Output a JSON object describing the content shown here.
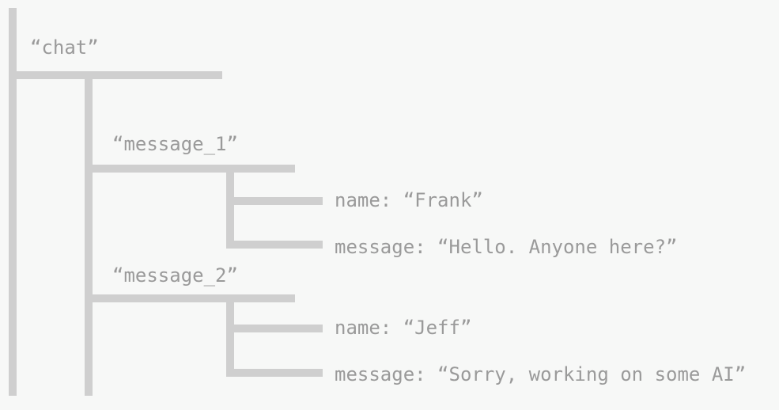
{
  "tree": {
    "root": {
      "label": "“chat”"
    },
    "messages": [
      {
        "label": "“message_1”",
        "fields": [
          {
            "text": "name: “Frank”"
          },
          {
            "text": "message: “Hello. Anyone here?”"
          }
        ]
      },
      {
        "label": "“message_2”",
        "fields": [
          {
            "text": "name: “Jeff”"
          },
          {
            "text": "message: “Sorry, working on some AI”"
          }
        ]
      }
    ]
  },
  "colors": {
    "background": "#f7f8f7",
    "line": "#cfcfcf",
    "text": "#9a9a9a"
  }
}
